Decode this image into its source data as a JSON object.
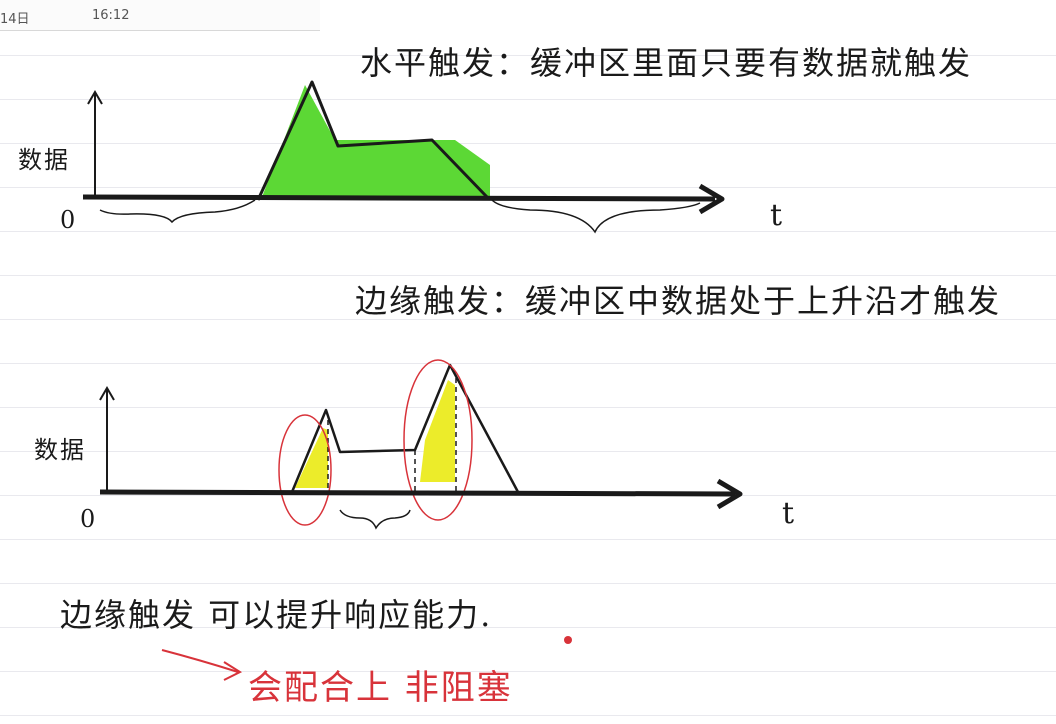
{
  "header": {
    "date": "14日",
    "time": "16:12"
  },
  "diagram_top": {
    "title": "水平触发：缓冲区里面只要有数据就触发",
    "y_label": "数据",
    "origin": "0",
    "x_label": "t"
  },
  "diagram_bottom": {
    "title": "边缘触发：缓冲区中数据处于上升沿才触发",
    "y_label": "数据",
    "origin": "0",
    "x_label": "t"
  },
  "conclusion": {
    "text": "边缘触发 可以提升响应能力.",
    "note": "会配合上 非阻塞"
  },
  "colors": {
    "ink": "#1a1a1a",
    "level_fill": "#5cd835",
    "edge_fill": "#ecec2a",
    "marker_red": "#d8333a"
  }
}
